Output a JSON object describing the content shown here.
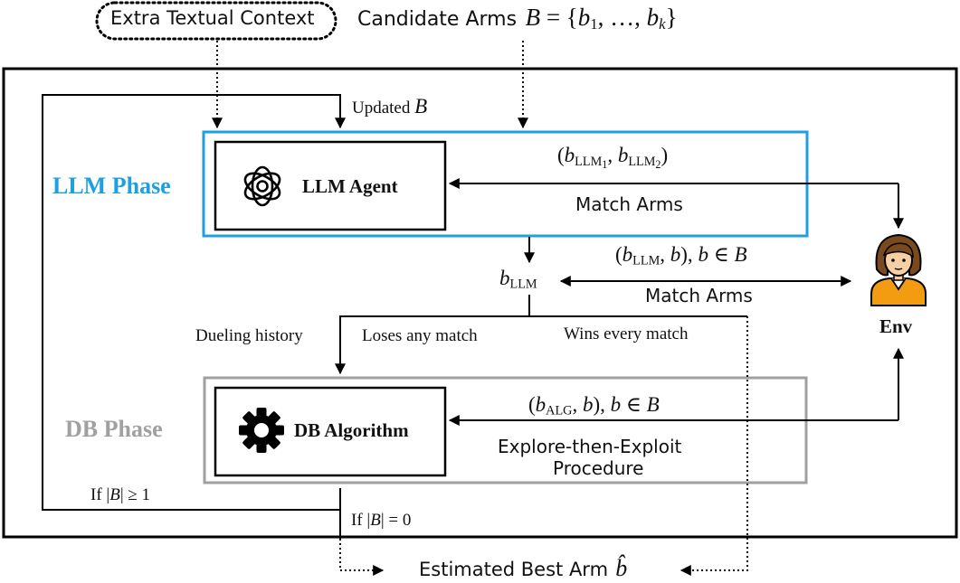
{
  "colors": {
    "llm_phase": "#1e9fe0",
    "db_phase": "#a0a0a0",
    "line": "#000000",
    "person_skin": "#f7cfa5",
    "person_hair": "#7a4a1e",
    "person_shirt": "#f39c12"
  },
  "inputs": {
    "extra_context": "Extra Textual Context",
    "candidate_arms_prefix": "Candidate Arms",
    "candidate_arms_math": "B = {b1, …, bk}"
  },
  "loop": {
    "updated_b": "Updated B",
    "if_b_ge_1": "If |B| ≥ 1",
    "if_b_eq_0": "If |B| = 0"
  },
  "llm_phase": {
    "title": "LLM Phase",
    "agent_label": "LLM Agent",
    "agent_icon": "openai-logo-icon",
    "pair_math": "(bLLM1, bLLM2)",
    "match_arms": "Match Arms"
  },
  "middle": {
    "b_llm": "bLLM",
    "pair_math": "(bLLM, b), b ∈ B",
    "match_arms": "Match Arms",
    "dueling_history": "Dueling history",
    "loses_any": "Loses any match",
    "wins_every": "Wins every match"
  },
  "env": {
    "label": "Env",
    "icon": "woman-avatar-icon"
  },
  "db_phase": {
    "title": "DB Phase",
    "algo_label": "DB Algorithm",
    "algo_icon": "gear-icon",
    "pair_math": "(bALG, b), b ∈ B",
    "procedure_line1": "Explore-then-Exploit",
    "procedure_line2": "Procedure"
  },
  "output": {
    "label": "Estimated Best Arm",
    "symbol": "b̂"
  }
}
